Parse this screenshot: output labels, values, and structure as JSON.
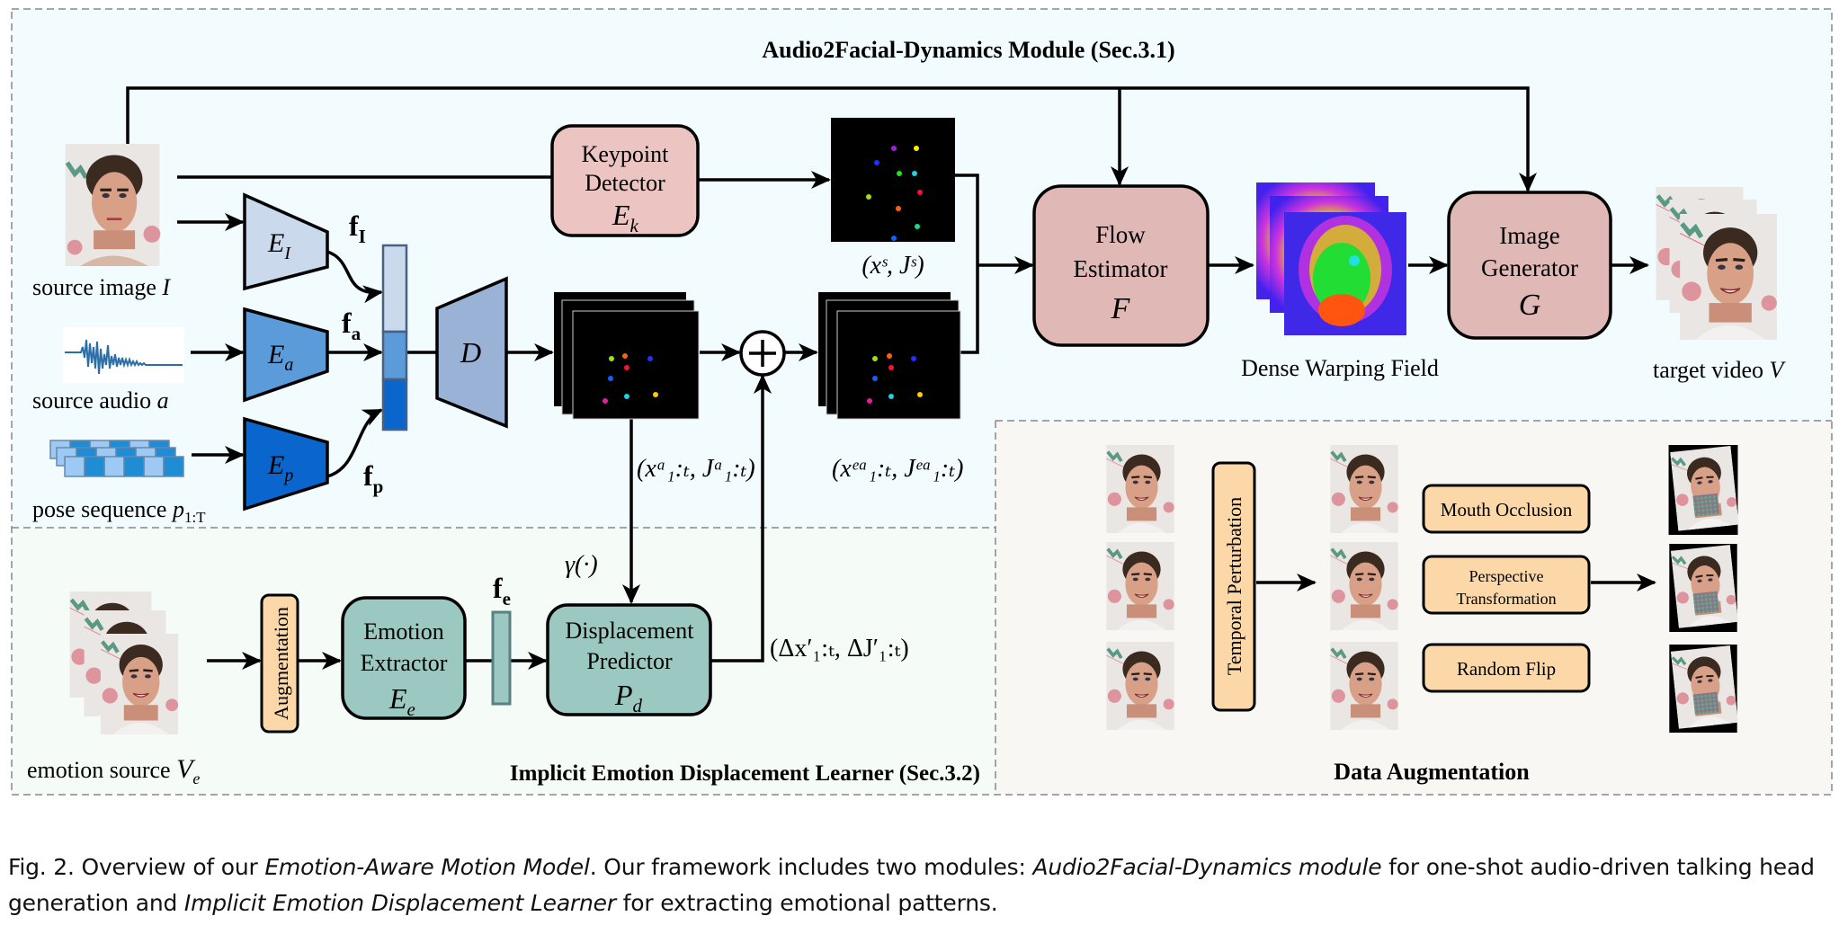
{
  "modules": {
    "a2f_title": "Audio2Facial-Dynamics Module (Sec.3.1)",
    "implicit_title": "Implicit Emotion Displacement Learner (Sec.3.2)",
    "augmentation_title": "Data Augmentation"
  },
  "inputs": {
    "source_image_label": "source image",
    "source_image_symbol": "I",
    "source_audio_label": "source audio",
    "source_audio_symbol": "a",
    "pose_sequence_label": "pose sequence",
    "pose_sequence_symbol": "p",
    "pose_sequence_sub": "1:T",
    "emotion_source_label": "emotion source",
    "emotion_source_symbol": "V",
    "emotion_source_sub": "e"
  },
  "encoders": {
    "image_encoder": {
      "symbol": "E",
      "sub": "I"
    },
    "audio_encoder": {
      "symbol": "E",
      "sub": "a"
    },
    "pose_encoder": {
      "symbol": "E",
      "sub": "p"
    },
    "decoder": {
      "symbol": "D"
    }
  },
  "features": {
    "f_image": {
      "symbol": "f",
      "sub": "I"
    },
    "f_audio": {
      "symbol": "f",
      "sub": "a"
    },
    "f_pose": {
      "symbol": "f",
      "sub": "p"
    },
    "f_emotion": {
      "symbol": "f",
      "sub": "e"
    }
  },
  "blocks": {
    "keypoint_detector": {
      "line1": "Keypoint",
      "line2": "Detector",
      "symbol": "E",
      "sub": "k"
    },
    "flow_estimator": {
      "line1": "Flow",
      "line2": "Estimator",
      "symbol": "F"
    },
    "image_generator": {
      "line1": "Image",
      "line2": "Generator",
      "symbol": "G"
    },
    "emotion_extractor": {
      "line1": "Emotion",
      "line2": "Extractor",
      "symbol": "E",
      "sub": "e"
    },
    "displacement_predictor": {
      "line1": "Displacement",
      "line2": "Predictor",
      "symbol": "P",
      "sub": "d"
    },
    "augmentation": "Augmentation"
  },
  "labels": {
    "source_keypoints": "(xˢ, Jˢ)",
    "audio_keypoints": "(xᵃ₁:ₜ, Jᵃ₁:ₜ)",
    "emotion_audio_keypoints": "(xᵉᵃ₁:ₜ, Jᵉᵃ₁:ₜ)",
    "displacement": "(Δx′₁:ₜ, ΔJ′₁:ₜ)",
    "gamma": "γ(·)",
    "plus": "+",
    "dense_warping_field": "Dense Warping Field",
    "target_video_label": "target video",
    "target_video_symbol": "V"
  },
  "data_augmentation": {
    "temporal": "Temporal Perturbation",
    "ops": [
      "Mouth Occlusion",
      "Perspective Transformation",
      "Random Flip"
    ],
    "perspective_line1": "Perspective",
    "perspective_line2": "Transformation"
  },
  "colors": {
    "a2f_bg": "#f2fbfd",
    "implicit_bg": "#f5fbf7",
    "augment_bg": "#f8f7f4",
    "pink_block": "#e0b9b6",
    "keypoint_block": "#ecc4c2",
    "teal_block": "#9bc9c1",
    "orange_block": "#fcd8a8",
    "enc_light": "#cbd9ec",
    "enc_mid": "#5b9bd9",
    "enc_dark": "#0a66cc",
    "decoder": "#9ab2d6"
  },
  "caption": {
    "prefix": "Fig. 2.  Overview of our ",
    "model_name": "Emotion-Aware Motion Model",
    "part2": ". Our framework includes two modules: ",
    "module1": "Audio2Facial-Dynamics module",
    "part3": " for one-shot audio-driven talking head generation and ",
    "module2": "Implicit Emotion Displacement Learner",
    "part4": " for extracting emotional patterns."
  }
}
